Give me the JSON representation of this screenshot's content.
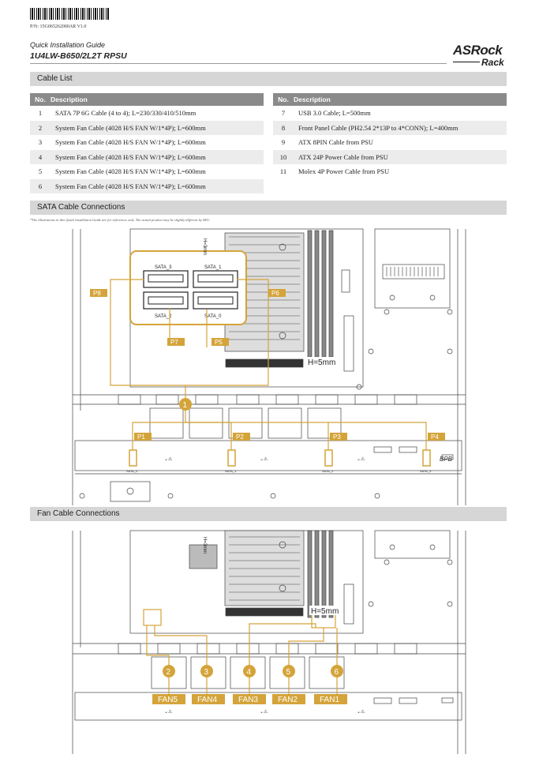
{
  "header": {
    "part_number": "P/N: 15G065262000AR V1.0",
    "guide_title": "Quick Installation Guide",
    "model": "1U4LW-B650/2L2T RPSU",
    "logo_top": "ASRock",
    "logo_bottom": "Rack"
  },
  "cable_list": {
    "section_title": "Cable List",
    "col_no": "No.",
    "col_desc": "Description",
    "left": [
      {
        "no": "1",
        "desc": "SATA 7P 6G Cable (4 to 4); L=230/330/410/510mm"
      },
      {
        "no": "2",
        "desc": "System Fan Cable (4028 H/S FAN W/1*4P); L=600mm"
      },
      {
        "no": "3",
        "desc": "System Fan Cable (4028 H/S FAN W/1*4P); L=600mm"
      },
      {
        "no": "4",
        "desc": "System Fan Cable (4028 H/S FAN W/1*4P); L=600mm"
      },
      {
        "no": "5",
        "desc": "System Fan Cable (4028 H/S FAN W/1*4P); L=600mm"
      },
      {
        "no": "6",
        "desc": "System Fan Cable (4028 H/S FAN W/1*4P); L=600mm"
      }
    ],
    "right": [
      {
        "no": "7",
        "desc": "USB 3.0 Cable; L=500mm"
      },
      {
        "no": "8",
        "desc": "Front Panel Cable (PH2.54 2*13P to 4*CONN); L=400mm"
      },
      {
        "no": "9",
        "desc": "ATX 8PIN Cable from PSU"
      },
      {
        "no": "10",
        "desc": "ATX 24P Power Cable from PSU"
      },
      {
        "no": "11",
        "desc": "Molex 4P Power Cable from PSU"
      }
    ]
  },
  "sata": {
    "section_title": "SATA Cable Connections",
    "note": "*The illustrations in this Quick Installation Guide are for references only. The actual product may be slightly different by SKU.",
    "ports": [
      "SATA_3",
      "SATA_1",
      "SATA_2",
      "SATA_0"
    ],
    "labels": [
      "P8",
      "P6",
      "P7",
      "P5",
      "P1",
      "P2",
      "P3",
      "P4"
    ],
    "callout": "1",
    "bpb": "BPB",
    "backplane_ports": [
      "SATA_0",
      "SATA_1",
      "SATA_2",
      "SATA_3"
    ],
    "h5mm": "H=5mm",
    "h3mm": "H=3mm",
    "accent": "#d4a43a"
  },
  "fan": {
    "section_title": "Fan Cable Connections",
    "callouts": [
      "2",
      "3",
      "4",
      "5",
      "6"
    ],
    "fans": [
      "FAN5",
      "FAN4",
      "FAN3",
      "FAN2",
      "FAN1"
    ],
    "h5mm": "H=5mm",
    "h3mm": "H=3mm"
  }
}
